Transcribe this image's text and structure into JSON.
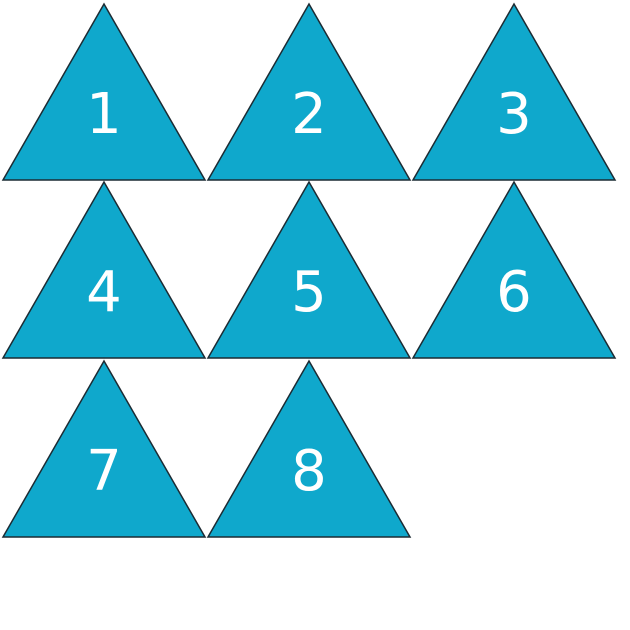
{
  "triangles": [
    {
      "label": "1"
    },
    {
      "label": "2"
    },
    {
      "label": "3"
    },
    {
      "label": "4"
    },
    {
      "label": "5"
    },
    {
      "label": "6"
    },
    {
      "label": "7"
    },
    {
      "label": "8"
    }
  ],
  "colors": {
    "fill": "#0fa8cc",
    "stroke": "#1c2b33",
    "label": "#ffffff",
    "background": "#ffffff"
  }
}
